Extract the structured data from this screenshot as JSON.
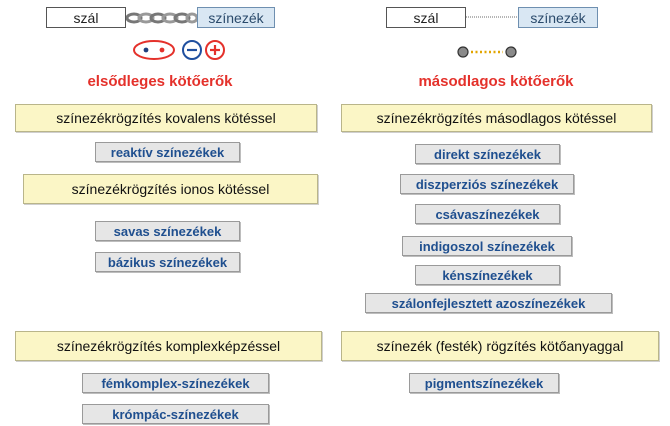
{
  "left": {
    "fiber": "szál",
    "dye": "színezék",
    "heading": "elsődleges kötőerők",
    "groups": [
      {
        "title": "színezékrögzítés kovalens kötéssel",
        "items": [
          "reaktív színezékek"
        ]
      },
      {
        "title": "színezékrögzítés ionos kötéssel",
        "items": [
          "savas színezékek",
          "bázikus színezékek"
        ]
      },
      {
        "title": "színezékrögzítés komplexképzéssel",
        "items": [
          "fémkomplex-színezékek",
          "krómpác-színezékek"
        ]
      }
    ]
  },
  "right": {
    "fiber": "szál",
    "dye": "színezék",
    "heading": "másodlagos kötőerők",
    "groups": [
      {
        "title": "színezékrögzítés másodlagos kötéssel",
        "items": [
          "direkt színezékek",
          "diszperziós színezékek",
          "csávaszínezékek",
          "indigoszol színezékek",
          "kénszínezékek",
          "szálonfejlesztett azoszínezékek"
        ]
      },
      {
        "title": "színezék (festék) rögzítés kötőanyaggal",
        "items": [
          "pigmentszínezékek"
        ]
      }
    ]
  },
  "colors": {
    "heading": "#e4312b",
    "item_text": "#1f4f8f",
    "title_fill": "#fbf6c6",
    "dye_fill": "#d9e7f3"
  }
}
